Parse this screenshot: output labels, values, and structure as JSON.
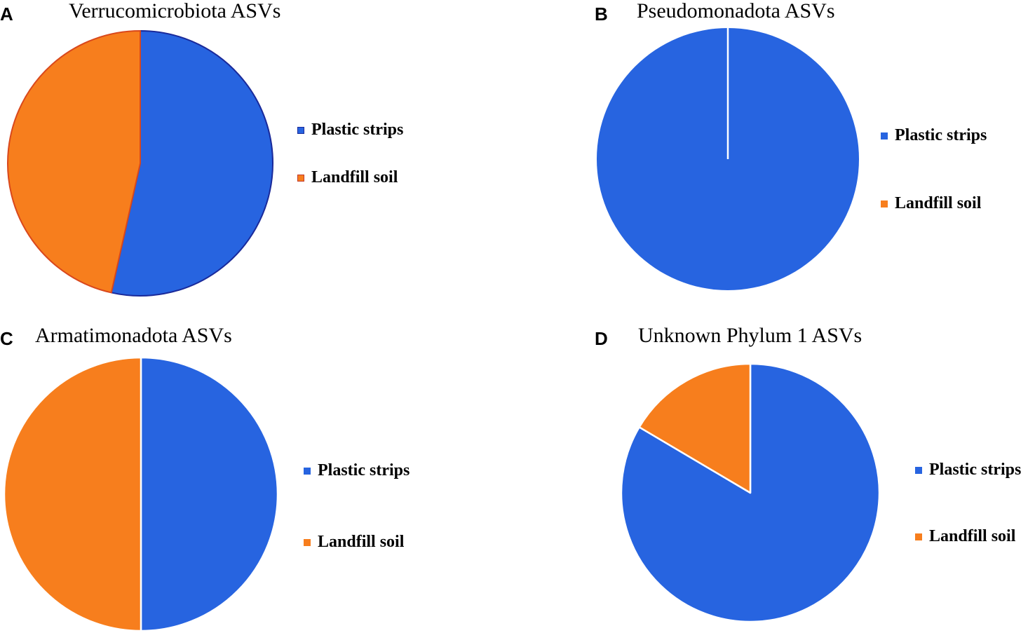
{
  "colors": {
    "plastic": "#2764E0",
    "landfill": "#F77E1D"
  },
  "chart_data": [
    {
      "type": "pie",
      "panel": "A",
      "title": "Verrucomicrobiota ASVs",
      "categories": [
        "Plastic strips",
        "Landfill soil"
      ],
      "values": [
        53.5,
        46.5
      ],
      "legend": "right"
    },
    {
      "type": "pie",
      "panel": "B",
      "title": "Pseudomonadota ASVs",
      "categories": [
        "Plastic strips",
        "Landfill soil"
      ],
      "values": [
        100,
        0
      ],
      "legend": "right"
    },
    {
      "type": "pie",
      "panel": "C",
      "title": "Armatimonadota ASVs",
      "categories": [
        "Plastic strips",
        "Landfill soil"
      ],
      "values": [
        50,
        50
      ],
      "legend": "right"
    },
    {
      "type": "pie",
      "panel": "D",
      "title": "Unknown Phylum 1 ASVs",
      "categories": [
        "Plastic strips",
        "Landfill soil"
      ],
      "values": [
        83.5,
        16.5
      ],
      "legend": "right"
    }
  ]
}
